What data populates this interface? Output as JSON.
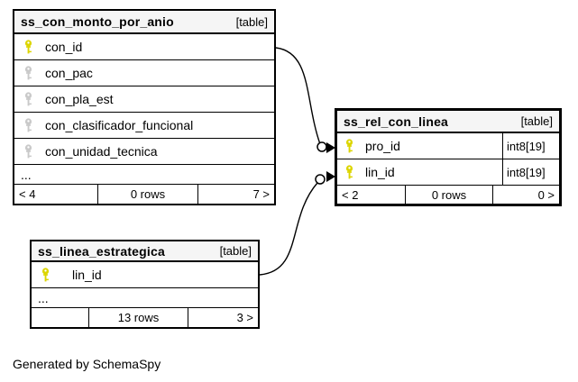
{
  "diagram": {
    "footer_note": "Generated by SchemaSpy",
    "colors": {
      "header_bg": "#f5f5f5",
      "border": "#000000",
      "pk_key": "#dcd500",
      "fk_key": "#c9c9c9",
      "canvas_bg": "#ffffff"
    }
  },
  "tables": [
    {
      "name": "ss_con_monto_por_anio",
      "tag": "[table]",
      "columns": [
        {
          "name": "con_id"
        },
        {
          "name": "con_pac"
        },
        {
          "name": "con_pla_est"
        },
        {
          "name": "con_clasificador_funcional"
        },
        {
          "name": "con_unidad_tecnica"
        }
      ],
      "ellipsis": "...",
      "footer": {
        "left": "< 4",
        "center": "0 rows",
        "right": "7 >"
      }
    },
    {
      "name": "ss_rel_con_linea",
      "tag": "[table]",
      "columns": [
        {
          "name": "pro_id",
          "type": "int8[19]"
        },
        {
          "name": "lin_id",
          "type": "int8[19]"
        }
      ],
      "footer": {
        "left": "< 2",
        "center": "0 rows",
        "right": "0 >"
      }
    },
    {
      "name": "ss_linea_estrategica",
      "tag": "[table]",
      "columns": [
        {
          "name": "lin_id"
        }
      ],
      "ellipsis": "...",
      "footer": {
        "left": "",
        "center": "13 rows",
        "right": "3 >"
      }
    }
  ]
}
